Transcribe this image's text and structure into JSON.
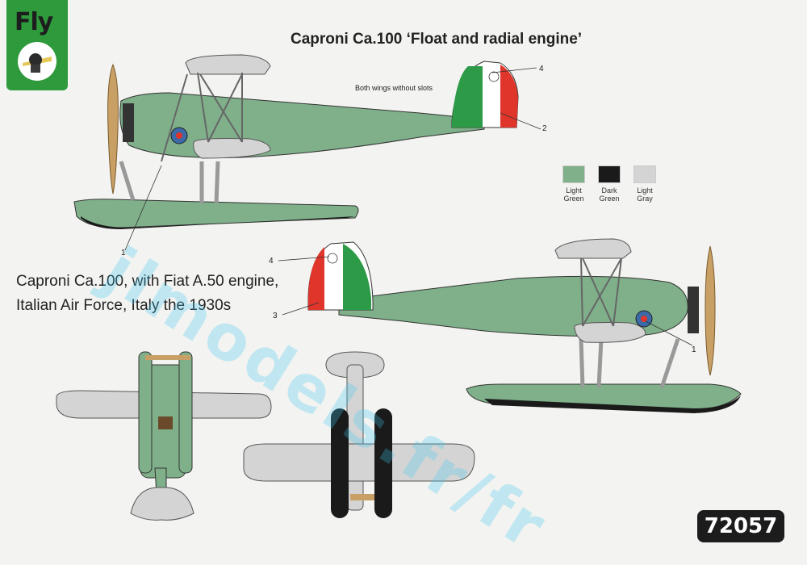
{
  "brand": {
    "logo_text": "Fly"
  },
  "title": "Caproni Ca.100 ‘Float and radial engine’",
  "note": "Both wings without slots",
  "subtitle": {
    "line1": "Caproni Ca.100, with Fiat A.50 engine,",
    "line2": "Italian Air Force, Italy the 1930s"
  },
  "callouts": {
    "top_1": "1",
    "top_2": "2",
    "top_4": "4",
    "mid_1": "1",
    "mid_3": "3",
    "mid_4": "4"
  },
  "legend": [
    {
      "line1": "Light",
      "line2": "Green",
      "color": "#7fb08a"
    },
    {
      "line1": "Dark",
      "line2": "Green",
      "color": "#1a1a1a"
    },
    {
      "line1": "Light",
      "line2": "Gray",
      "color": "#d4d4d4"
    }
  ],
  "kit_number": "72057",
  "watermark": "jlmodels.fr/fr",
  "colors": {
    "light_green": "#7fb08a",
    "dark_green": "#1a1a1a",
    "light_gray": "#d4d4d4",
    "logo_green": "#2f9a3c",
    "italy_red": "#e0352b",
    "italy_green": "#2d9a48",
    "propeller": "#c8a066"
  }
}
